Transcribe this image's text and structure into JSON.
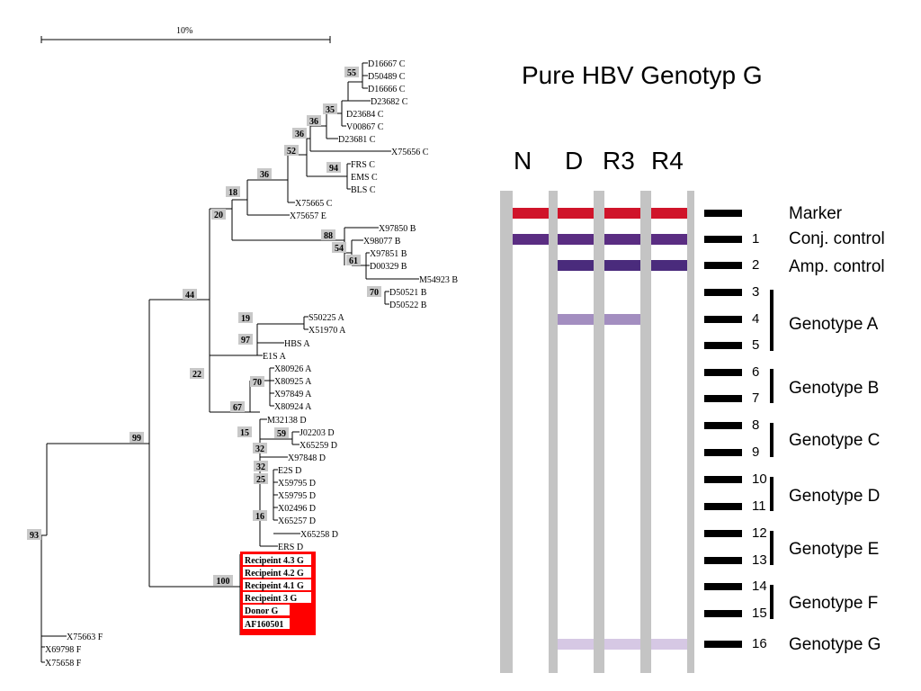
{
  "scale_label": "10%",
  "tree": {
    "leaves": [
      {
        "label": "D16667 C"
      },
      {
        "label": "D50489 C"
      },
      {
        "label": "D16666 C"
      },
      {
        "label": "D23682 C"
      },
      {
        "label": "D23684 C"
      },
      {
        "label": "V00867 C"
      },
      {
        "label": "D23681 C"
      },
      {
        "label": "X75656 C"
      },
      {
        "label": "FRS C"
      },
      {
        "label": "EMS C"
      },
      {
        "label": "BLS C"
      },
      {
        "label": "X75665 C"
      },
      {
        "label": "X75657 E"
      },
      {
        "label": "X97850 B"
      },
      {
        "label": "X98077 B"
      },
      {
        "label": "X97851 B"
      },
      {
        "label": "D00329 B"
      },
      {
        "label": "M54923 B"
      },
      {
        "label": "D50521 B"
      },
      {
        "label": "D50522 B"
      },
      {
        "label": "S50225 A"
      },
      {
        "label": "X51970 A"
      },
      {
        "label": "HBS A"
      },
      {
        "label": "E1S A"
      },
      {
        "label": "X80926 A"
      },
      {
        "label": "X80925 A"
      },
      {
        "label": "X97849 A"
      },
      {
        "label": "X80924 A"
      },
      {
        "label": "M32138 D"
      },
      {
        "label": "J02203 D"
      },
      {
        "label": "X65259 D"
      },
      {
        "label": "X97848 D"
      },
      {
        "label": "E2S D"
      },
      {
        "label": "X59795 D"
      },
      {
        "label": "X59795 D"
      },
      {
        "label": "X02496 D"
      },
      {
        "label": "X65257 D"
      },
      {
        "label": "X65258 D"
      },
      {
        "label": "ERS D"
      },
      {
        "label": "X75663 F"
      },
      {
        "label": "X69798 F"
      },
      {
        "label": "X75658 F"
      }
    ],
    "highlight_leaves": [
      {
        "label": "Recipeint 4.3 G"
      },
      {
        "label": "Recipeint 4.2 G"
      },
      {
        "label": "Recipeint 4.1 G"
      },
      {
        "label": "Recipeint 3 G"
      },
      {
        "label": "Donor G"
      },
      {
        "label": "AF160501"
      }
    ],
    "bootstrap": [
      {
        "value": "55"
      },
      {
        "value": "35"
      },
      {
        "value": "36"
      },
      {
        "value": "36"
      },
      {
        "value": "52"
      },
      {
        "value": "94"
      },
      {
        "value": "36"
      },
      {
        "value": "18"
      },
      {
        "value": "20"
      },
      {
        "value": "88"
      },
      {
        "value": "54"
      },
      {
        "value": "61"
      },
      {
        "value": "70"
      },
      {
        "value": "44"
      },
      {
        "value": "19"
      },
      {
        "value": "97"
      },
      {
        "value": "70"
      },
      {
        "value": "22"
      },
      {
        "value": "67"
      },
      {
        "value": "15"
      },
      {
        "value": "59"
      },
      {
        "value": "32"
      },
      {
        "value": "32"
      },
      {
        "value": "25"
      },
      {
        "value": "16"
      },
      {
        "value": "99"
      },
      {
        "value": "100"
      },
      {
        "value": "93"
      }
    ]
  },
  "panel": {
    "title": "Pure HBV Genotyp G",
    "lanes": [
      "N",
      "D",
      "R3",
      "R4"
    ],
    "colors": {
      "marker": "#d0142a",
      "conj": "#5a2d82",
      "amp": "#4a2b7c",
      "weak": "#a38ec0",
      "faint": "#d6c8e4",
      "strip_gray": "#c4c4c4"
    },
    "bands": [
      {
        "lane": 0,
        "line": "marker",
        "intensity": "strong"
      },
      {
        "lane": 0,
        "line": "1",
        "intensity": "strong"
      },
      {
        "lane": 1,
        "line": "marker",
        "intensity": "strong"
      },
      {
        "lane": 1,
        "line": "1",
        "intensity": "strong"
      },
      {
        "lane": 1,
        "line": "2",
        "intensity": "strong"
      },
      {
        "lane": 1,
        "line": "4",
        "intensity": "weak"
      },
      {
        "lane": 1,
        "line": "16",
        "intensity": "faint"
      },
      {
        "lane": 2,
        "line": "marker",
        "intensity": "strong"
      },
      {
        "lane": 2,
        "line": "1",
        "intensity": "strong"
      },
      {
        "lane": 2,
        "line": "2",
        "intensity": "strong"
      },
      {
        "lane": 2,
        "line": "4",
        "intensity": "weak"
      },
      {
        "lane": 2,
        "line": "16",
        "intensity": "faint"
      },
      {
        "lane": 3,
        "line": "marker",
        "intensity": "strong"
      },
      {
        "lane": 3,
        "line": "1",
        "intensity": "strong"
      },
      {
        "lane": 3,
        "line": "2",
        "intensity": "strong"
      },
      {
        "lane": 3,
        "line": "16",
        "intensity": "faint"
      }
    ],
    "line_numbers": [
      "1",
      "2",
      "3",
      "4",
      "5",
      "6",
      "7",
      "8",
      "9",
      "10",
      "11",
      "12",
      "13",
      "14",
      "15",
      "16"
    ],
    "labels": {
      "marker": "Marker",
      "conj": "Conj. control",
      "amp": "Amp. control",
      "A": "Genotype A",
      "B": "Genotype B",
      "C": "Genotype C",
      "D": "Genotype D",
      "E": "Genotype E",
      "F": "Genotype F",
      "G": "Genotype G"
    }
  }
}
